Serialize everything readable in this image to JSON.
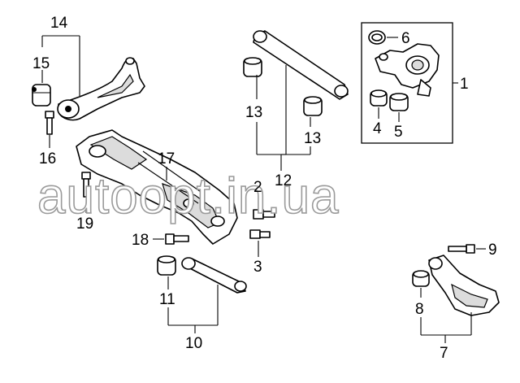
{
  "watermark": "autoopt.in.ua",
  "callouts": {
    "c1": "1",
    "c2": "2",
    "c3": "3",
    "c4": "4",
    "c5": "5",
    "c6": "6",
    "c7": "7",
    "c8": "8",
    "c9": "9",
    "c10": "10",
    "c11": "11",
    "c12": "12",
    "c13a": "13",
    "c13b": "13",
    "c14": "14",
    "c15": "15",
    "c16": "16",
    "c17": "17",
    "c18": "18",
    "c19": "19"
  }
}
